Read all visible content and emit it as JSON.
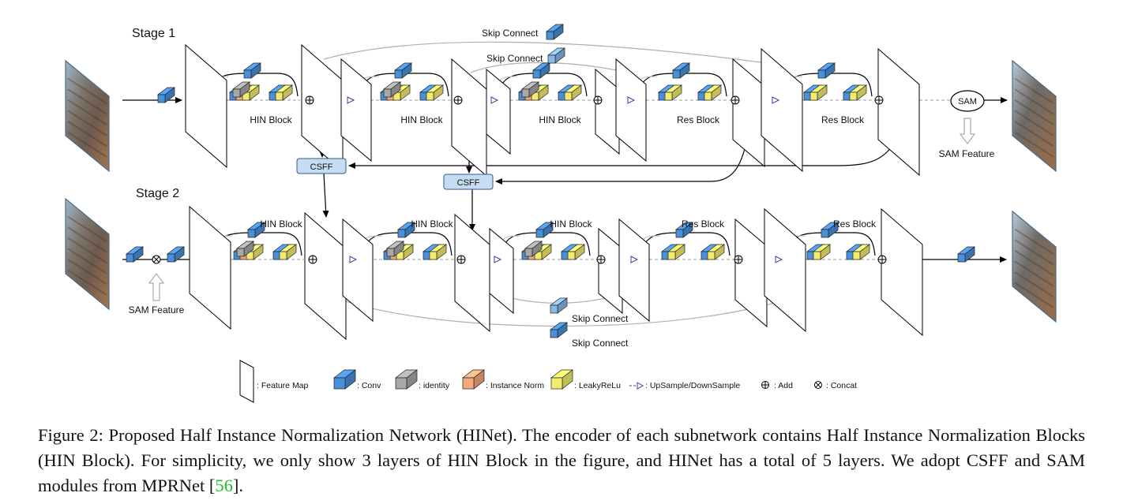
{
  "stage1_label": "Stage 1",
  "stage2_label": "Stage 2",
  "stage1_blocks": [
    "HIN Block",
    "HIN Block",
    "HIN Block",
    "Res Block",
    "Res Block"
  ],
  "stage2_blocks": [
    "HIN Block",
    "HIN Block",
    "HIN Block",
    "Res Block",
    "Res Block"
  ],
  "skip_connect": "Skip Connect",
  "csff": "CSFF",
  "sam": "SAM",
  "sam_feature": "SAM Feature",
  "legend": {
    "feature_map": ": Feature Map",
    "conv": ": Conv",
    "identity": ": identity",
    "instance_norm": ": Instance Norm",
    "leakyrelu": ": LeakyReLu",
    "updown": ": UpSample/DownSample",
    "add": ": Add",
    "concat": ": Concat"
  },
  "caption": {
    "text": "Figure 2: Proposed Half Instance Normalization Network (HINet). The encoder of each subnetwork contains Half Instance Normalization Blocks (HIN Block). For simplicity, we only show 3 layers of HIN Block in the figure, and HINet has a total of 5 layers. We adopt CSFF and SAM modules from MPRNet [",
    "ref": "56",
    "end": "]."
  },
  "colors": {
    "conv": "#4a90d9",
    "identity": "#a8a8a8",
    "instance_norm": "#f5a878",
    "leakyrelu": "#f2ec6e",
    "csff_fill": "#c6dcf2",
    "skip_arrow": "#a8a8a8"
  }
}
